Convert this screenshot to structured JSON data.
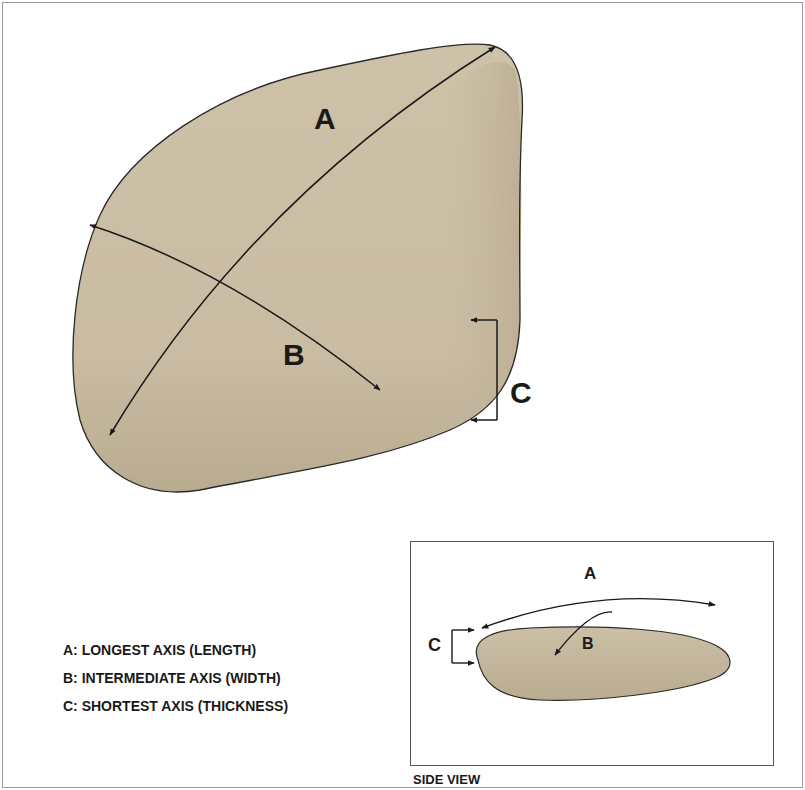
{
  "diagram": {
    "nodes": [
      {
        "text": [
          "SIDE VIEW"
        ]
      }
    ],
    "labels": [
      "A",
      "B",
      "C",
      "A: LONGEST AXIS (LENGTH)",
      "B: INTERMEDIATE AXIS (WIDTH)",
      "C: SHORTEST AXIS (THICKNESS)",
      "A",
      "B",
      "C"
    ]
  }
}
